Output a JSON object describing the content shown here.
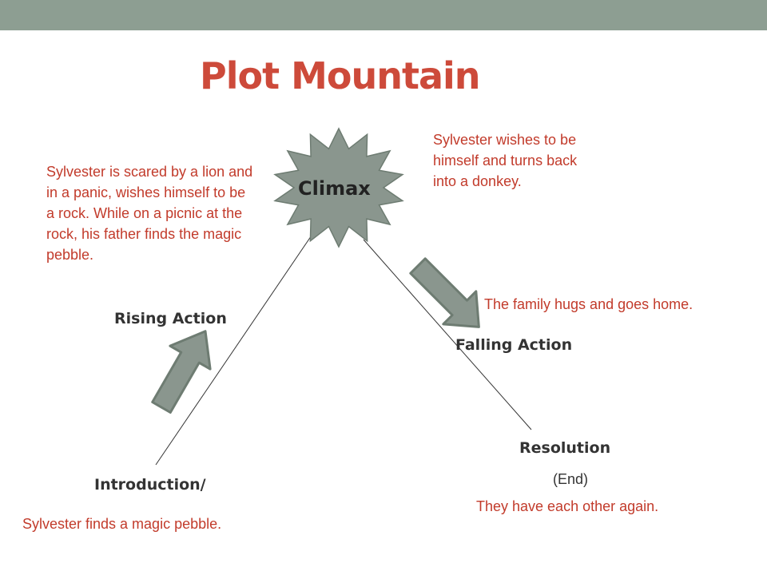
{
  "title": "Plot Mountain",
  "stages": {
    "climax": "Climax",
    "rising_action": "Rising Action",
    "falling_action": "Falling Action",
    "introduction": "Introduction/",
    "resolution": "Resolution"
  },
  "notes": {
    "climax": "Sylvester wishes to be himself and turns back into a donkey.",
    "rising_action": "Sylvester is scared by a lion and in a panic, wishes himself to be a rock. While on a picnic at the rock, his father finds the magic pebble.",
    "falling_action": "The family hugs and goes home.",
    "introduction": "Sylvester finds a magic pebble.",
    "resolution_end": "(End)",
    "resolution": "They have each other again."
  },
  "colors": {
    "top_bar": "#8d9e92",
    "title": "#cd4a3a",
    "note_text": "#c23b2b",
    "starburst": "#8a968e",
    "arrow_fill": "#8a968e",
    "arrow_stroke": "#6e7c72"
  },
  "icons": {
    "climax_shape": "starburst-icon",
    "rising_arrow": "arrow-up-right-icon",
    "falling_arrow": "arrow-down-right-icon"
  }
}
